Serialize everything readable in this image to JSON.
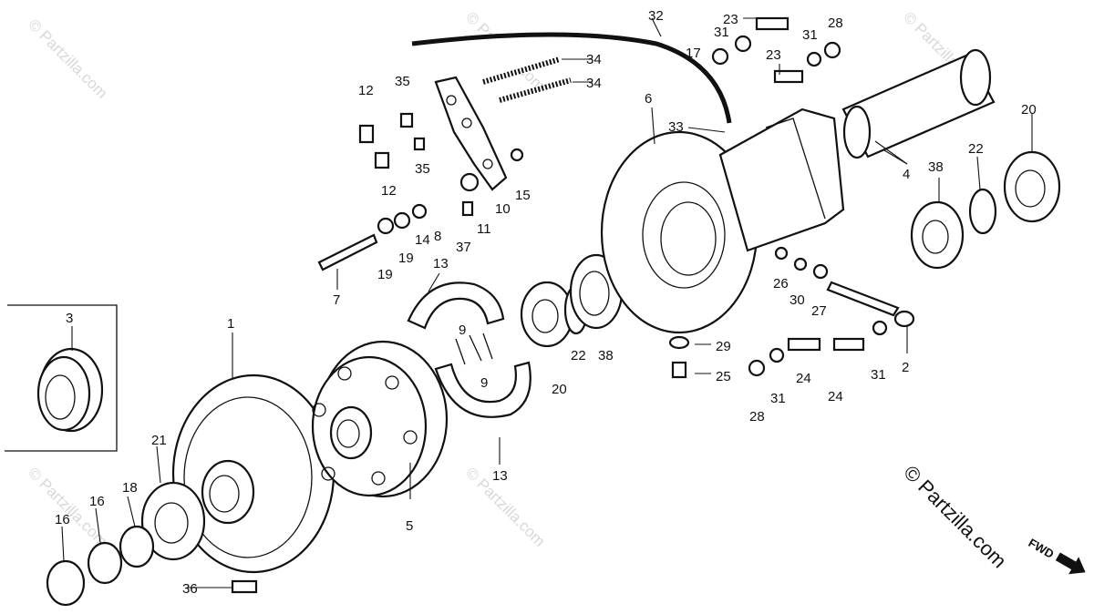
{
  "watermark": "© Partzilla.com",
  "copyright": "© Partzilla.com",
  "fwd_label": "FWD",
  "callouts": {
    "n1": "1",
    "n2": "2",
    "n3": "3",
    "n4": "4",
    "n5": "5",
    "n6": "6",
    "n7": "7",
    "n8": "8",
    "n9": "9",
    "n10": "10",
    "n11": "11",
    "n12": "12",
    "n13": "13",
    "n14": "14",
    "n15": "15",
    "n16": "16",
    "n17": "17",
    "n18": "18",
    "n19": "19",
    "n20": "20",
    "n21": "21",
    "n22": "22",
    "n23": "23",
    "n24": "24",
    "n25": "25",
    "n26": "26",
    "n27": "27",
    "n28": "28",
    "n29": "29",
    "n30": "30",
    "n31": "31",
    "n32": "32",
    "n33": "33",
    "n34": "34",
    "n35": "35",
    "n36": "36",
    "n37": "37",
    "n38": "38"
  },
  "colors": {
    "ink": "#111111",
    "watermark": "#d8d8d8",
    "background": "#ffffff"
  }
}
